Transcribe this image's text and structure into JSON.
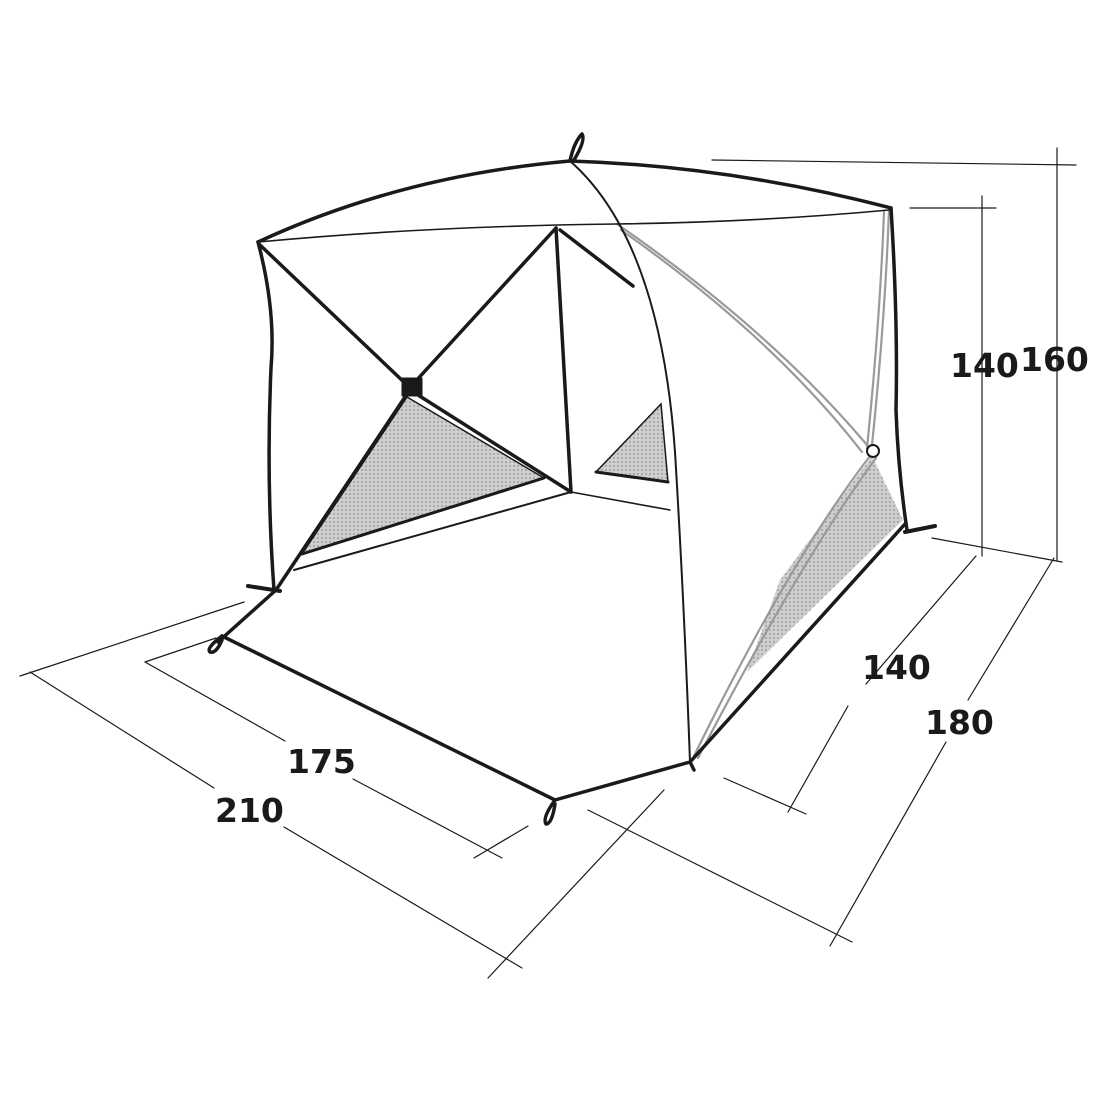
{
  "diagram": {
    "colors": {
      "outline": "#1a1a1a",
      "secondary_pole": "#9a9a9a",
      "mesh": "#c4c4c4",
      "background": "#ffffff"
    },
    "dimensions": {
      "height_inner": "140",
      "height_outer": "160",
      "depth_inner": "140",
      "depth_outer": "180",
      "width_inner": "175",
      "width_outer": "210"
    }
  }
}
